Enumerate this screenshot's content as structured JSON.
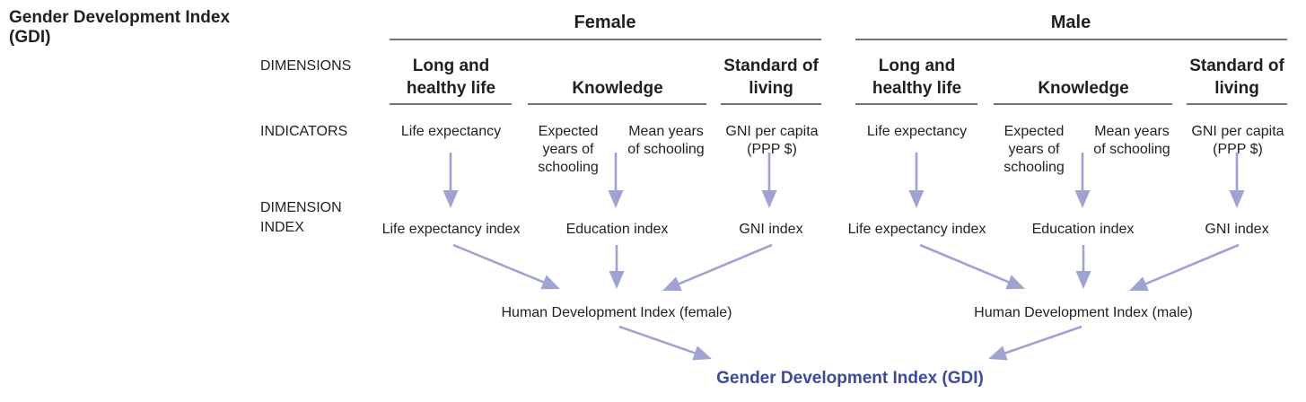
{
  "title": "Gender Development Index (GDI)",
  "row_labels": {
    "dimensions": "DIMENSIONS",
    "indicators": "INDICATORS",
    "dimension_index": "DIMENSION\nINDEX"
  },
  "groups": [
    {
      "name": "Female",
      "dimensions": [
        "Long and healthy life",
        "Knowledge",
        "Standard of living"
      ],
      "indicators": [
        "Life expectancy",
        "Expected years of schooling",
        "Mean years of schooling",
        "GNI per capita (PPP $)"
      ],
      "indices": [
        "Life expectancy index",
        "Education index",
        "GNI index"
      ],
      "hdi": "Human Development Index (female)"
    },
    {
      "name": "Male",
      "dimensions": [
        "Long and healthy life",
        "Knowledge",
        "Standard of living"
      ],
      "indicators": [
        "Life expectancy",
        "Expected years of schooling",
        "Mean years of schooling",
        "GNI per capita (PPP $)"
      ],
      "indices": [
        "Life expectancy index",
        "Education index",
        "GNI index"
      ],
      "hdi": "Human Development Index (male)"
    }
  ],
  "result": "Gender Development Index (GDI)",
  "colors": {
    "arrow": "#9fa3d1",
    "result": "#3d4a9c",
    "line": "#231f20"
  }
}
